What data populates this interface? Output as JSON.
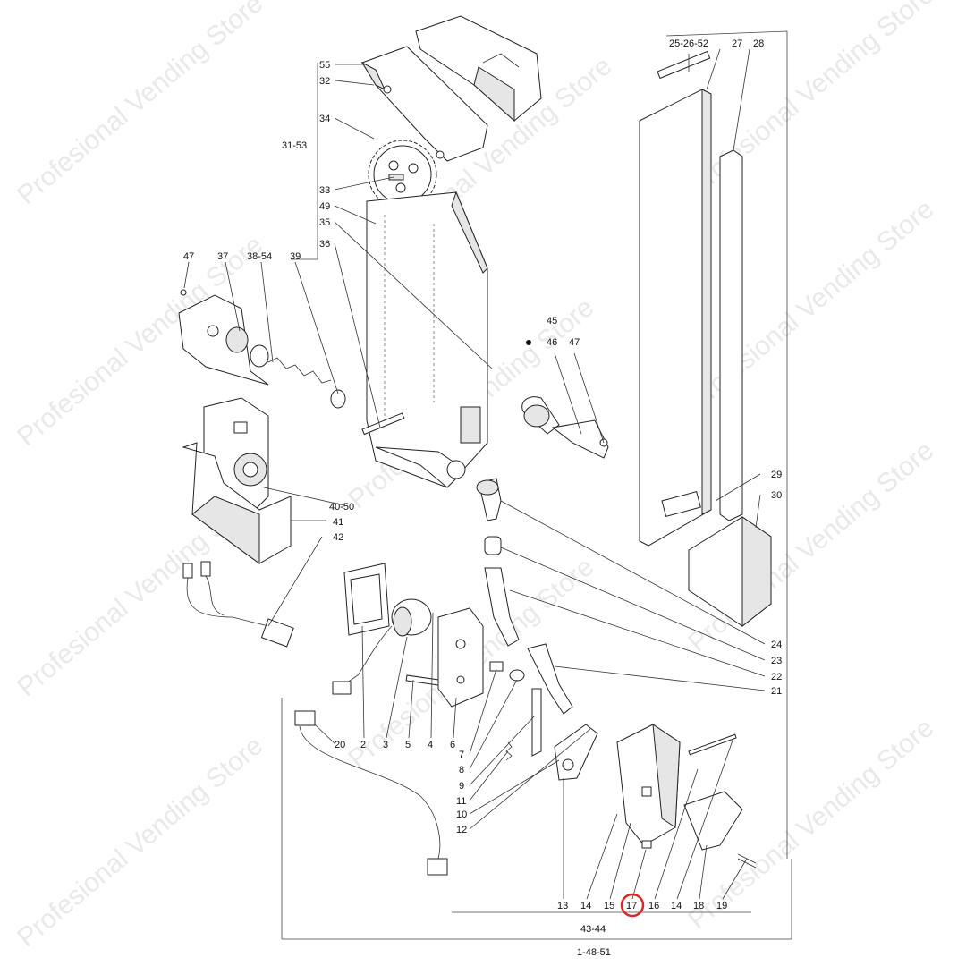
{
  "watermark": "Profesional Vending Store",
  "highlight": {
    "label": "17",
    "color": "#d62828"
  },
  "labels": {
    "l55": "55",
    "l32": "32",
    "l31_53": "31-53",
    "l34": "34",
    "l33": "33",
    "l49": "49",
    "l35": "35",
    "l36": "36",
    "l47a": "47",
    "l37": "37",
    "l38_54": "38-54",
    "l39": "39",
    "l45": "45",
    "l46": "46",
    "l47b": "47",
    "l25_26_52": "25-26-52",
    "l27": "27",
    "l28": "28",
    "l29": "29",
    "l30": "30",
    "l24": "24",
    "l23": "23",
    "l22": "22",
    "l21": "21",
    "l40_50": "40-50",
    "l41": "41",
    "l42": "42",
    "l20": "20",
    "l2": "2",
    "l3": "3",
    "l5": "5",
    "l4": "4",
    "l6": "6",
    "l7": "7",
    "l8": "8",
    "l9": "9",
    "l11": "11",
    "l10": "10",
    "l12": "12",
    "l13": "13",
    "l14a": "14",
    "l15": "15",
    "l17": "17",
    "l16": "16",
    "l14b": "14",
    "l18": "18",
    "l19": "19",
    "l43_44": "43-44",
    "l1_48_51": "1-48-51"
  }
}
